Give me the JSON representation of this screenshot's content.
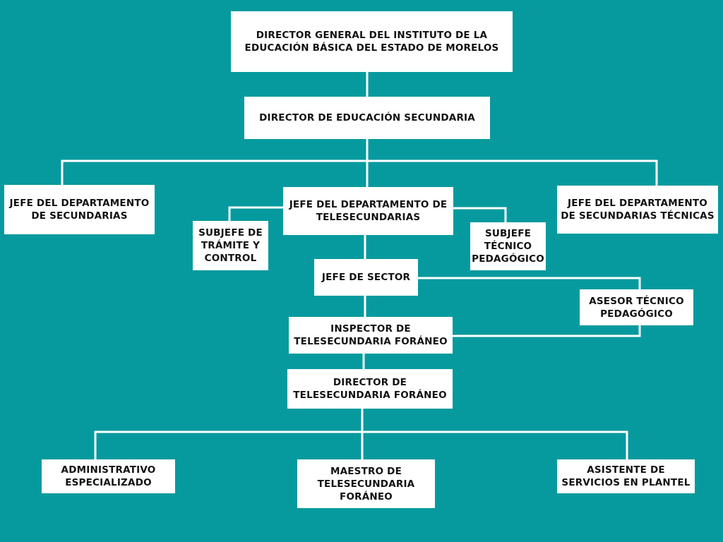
{
  "org_chart": {
    "background_color": "#069a9e",
    "box_color": "#ffffff",
    "line_color": "#ffffff",
    "text_color": "#111111",
    "nodes": {
      "director_general": "DIRECTOR GENERAL DEL INSTITUTO DE LA\nEDUCACIÓN BÁSICA DEL ESTADO  DE MORELOS",
      "director_secundaria": "DIRECTOR DE EDUCACIÓN SECUNDARIA",
      "jefe_secundarias": "JEFE DEL DEPARTAMENTO\nDE SECUNDARIAS",
      "jefe_telesecundarias": "JEFE DEL DEPARTAMENTO DE\nTELESECUNDARIAS",
      "jefe_tecnicas": "JEFE DEL DEPARTAMENTO\nDE SECUNDARIAS TÉCNICAS",
      "subjefe_tramite": "SUBJEFE DE\nTRÁMITE Y\nCONTROL",
      "subjefe_tecnico": "SUBJEFE\nTÉCNICO\nPEDAGÓGICO",
      "jefe_sector": "JEFE DE SECTOR",
      "asesor_tecnico": "ASESOR TÉCNICO\nPEDAGÓGICO",
      "inspector": "INSPECTOR DE\nTELESECUNDARIA FORÁNEO",
      "director_tele": "DIRECTOR DE\nTELESECUNDARIA FORÁNEO",
      "administrativo": "ADMINISTRATIVO\nESPECIALIZADO",
      "maestro": "MAESTRO DE\nTELESECUNDARIA\nFORÁNEO",
      "asistente": "ASISTENTE DE\nSERVICIOS EN PLANTEL"
    }
  }
}
